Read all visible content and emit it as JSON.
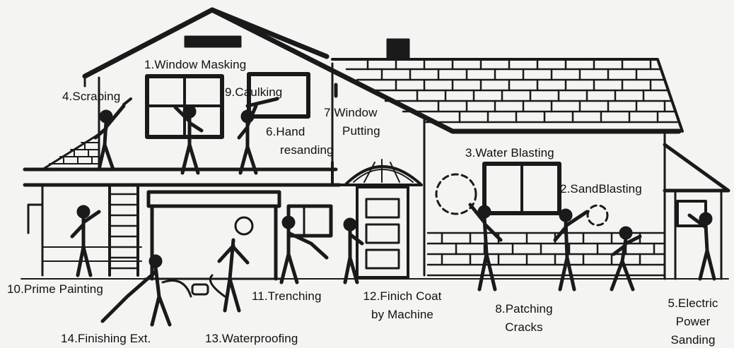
{
  "labels": {
    "window_masking": "1.Window Masking",
    "sandblasting": "2.SandBlasting",
    "water_blasting": "3.Water Blasting",
    "scraping": "4.Scraping",
    "electric_power_sanding_1": "5.Electric",
    "electric_power_sanding_2": "Power",
    "electric_power_sanding_3": "Sanding",
    "hand_resanding_1": "6.Hand",
    "hand_resanding_2": "resanding",
    "window_putting_1": "7.Window",
    "window_putting_2": "Putting",
    "patching_cracks_1": "8.Patching",
    "patching_cracks_2": "Cracks",
    "caulking": "9.Caulking",
    "prime_painting": "10.Prime Painting",
    "trenching": "11.Trenching",
    "finish_coat_1": "12.Finich Coat",
    "finish_coat_2": "by Machine",
    "waterproofing": "13.Waterproofing",
    "finishing_ext": "14.Finishing Ext."
  },
  "colors": {
    "ink": "#1a1a1a",
    "paper": "#f4f4f2",
    "shade": "#cfcfcb"
  }
}
